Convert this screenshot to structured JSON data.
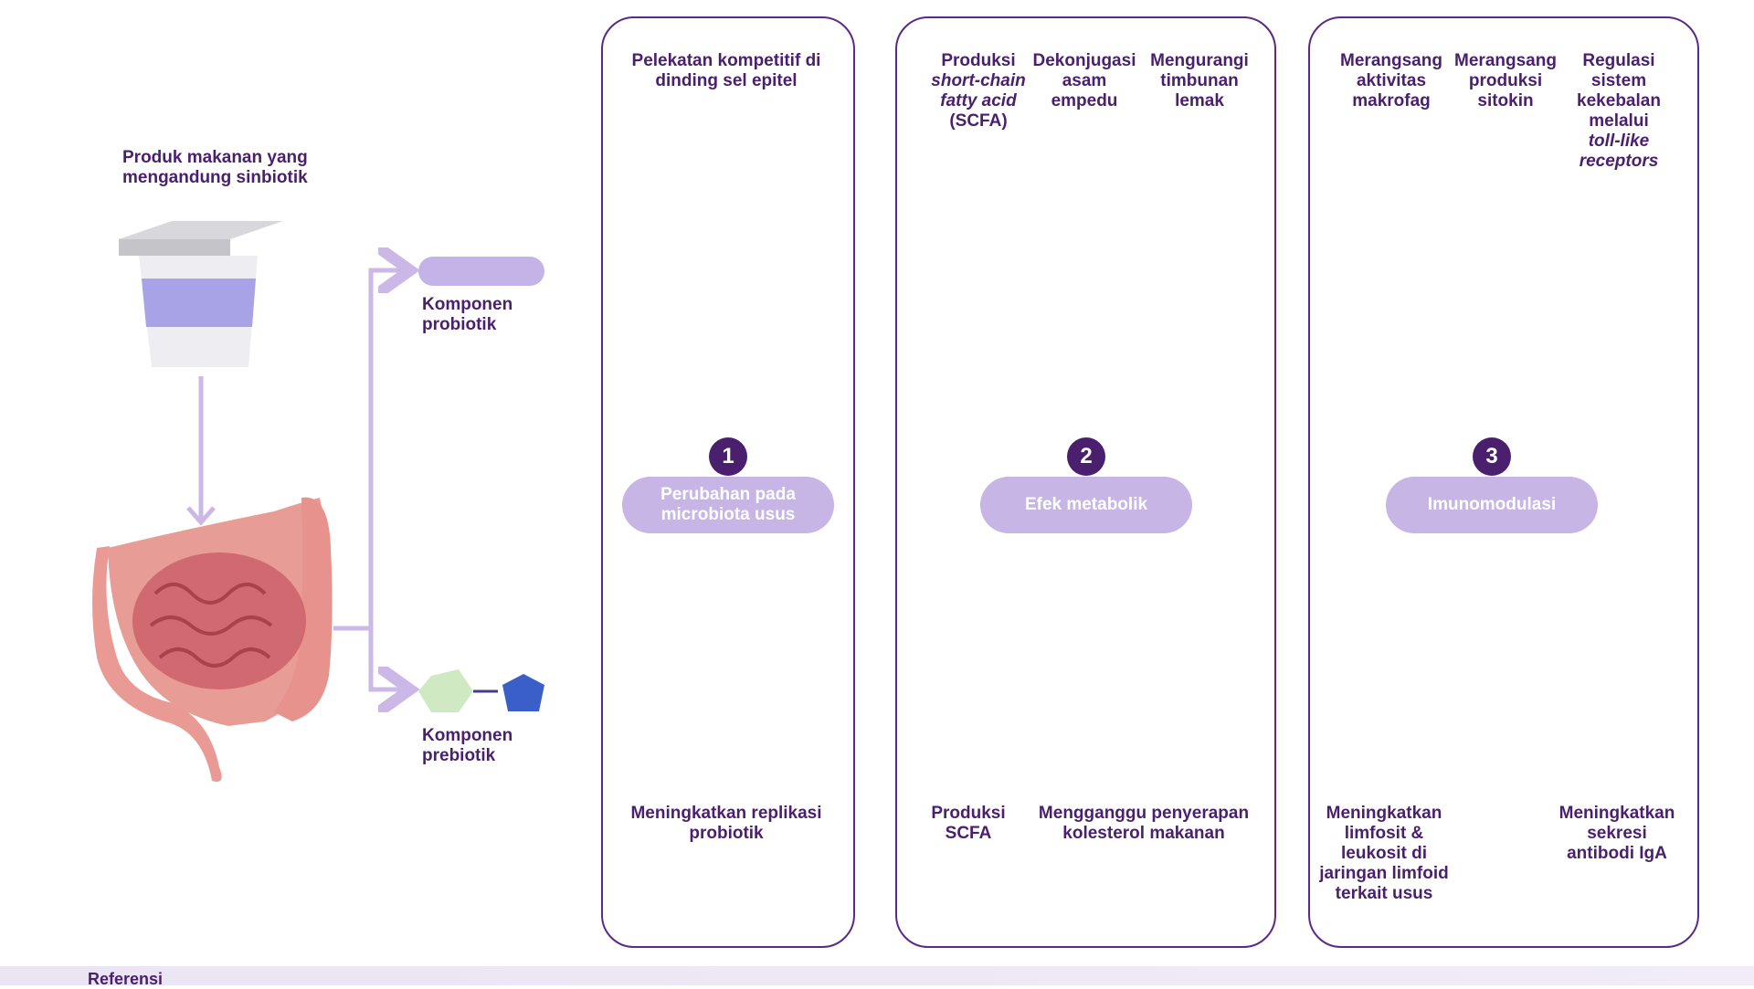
{
  "left": {
    "product_label": "Produk makanan yang mengandung sinbiotik",
    "probiotic_label": "Komponen probiotik",
    "prebiotic_label": "Komponen prebiotik"
  },
  "panel1": {
    "number": "1",
    "pill": "Perubahan pada microbiota usus",
    "top_text": "Pelekatan kompetitif di dinding sel epitel",
    "bottom_text": "Meningkatkan replikasi probiotik"
  },
  "panel2": {
    "number": "2",
    "pill": "Efek metabolik",
    "top_col1_a": "Produksi",
    "top_col1_b": "short-chain fatty acid",
    "top_col1_c": "(SCFA)",
    "top_col2": "Dekonjugasi asam empedu",
    "top_col3": "Mengurangi timbunan lemak",
    "bottom_col1": "Produksi SCFA",
    "bottom_col2": "Mengganggu penyerapan kolesterol makanan"
  },
  "panel3": {
    "number": "3",
    "pill": "Imunomodulasi",
    "top_col1": "Merangsang aktivitas makrofag",
    "top_col2": "Merangsang produksi sitokin",
    "top_col3_a": "Regulasi sistem kekebalan melalui",
    "top_col3_b": "toll-like receptors",
    "bottom_col1": "Meningkatkan limfosit & leukosit di jaringan limfoid terkait usus",
    "bottom_col2": "Meningkatkan sekresi antibodi IgA"
  },
  "footer": {
    "text": "Referensi"
  },
  "colors": {
    "accent": "#4a1f6e",
    "pill": "#c7b5e6",
    "cell": "#ecdcd8",
    "nucleus": "#c8a299",
    "bacteria": "#e07f82",
    "arrow": "#cbb8e6"
  }
}
